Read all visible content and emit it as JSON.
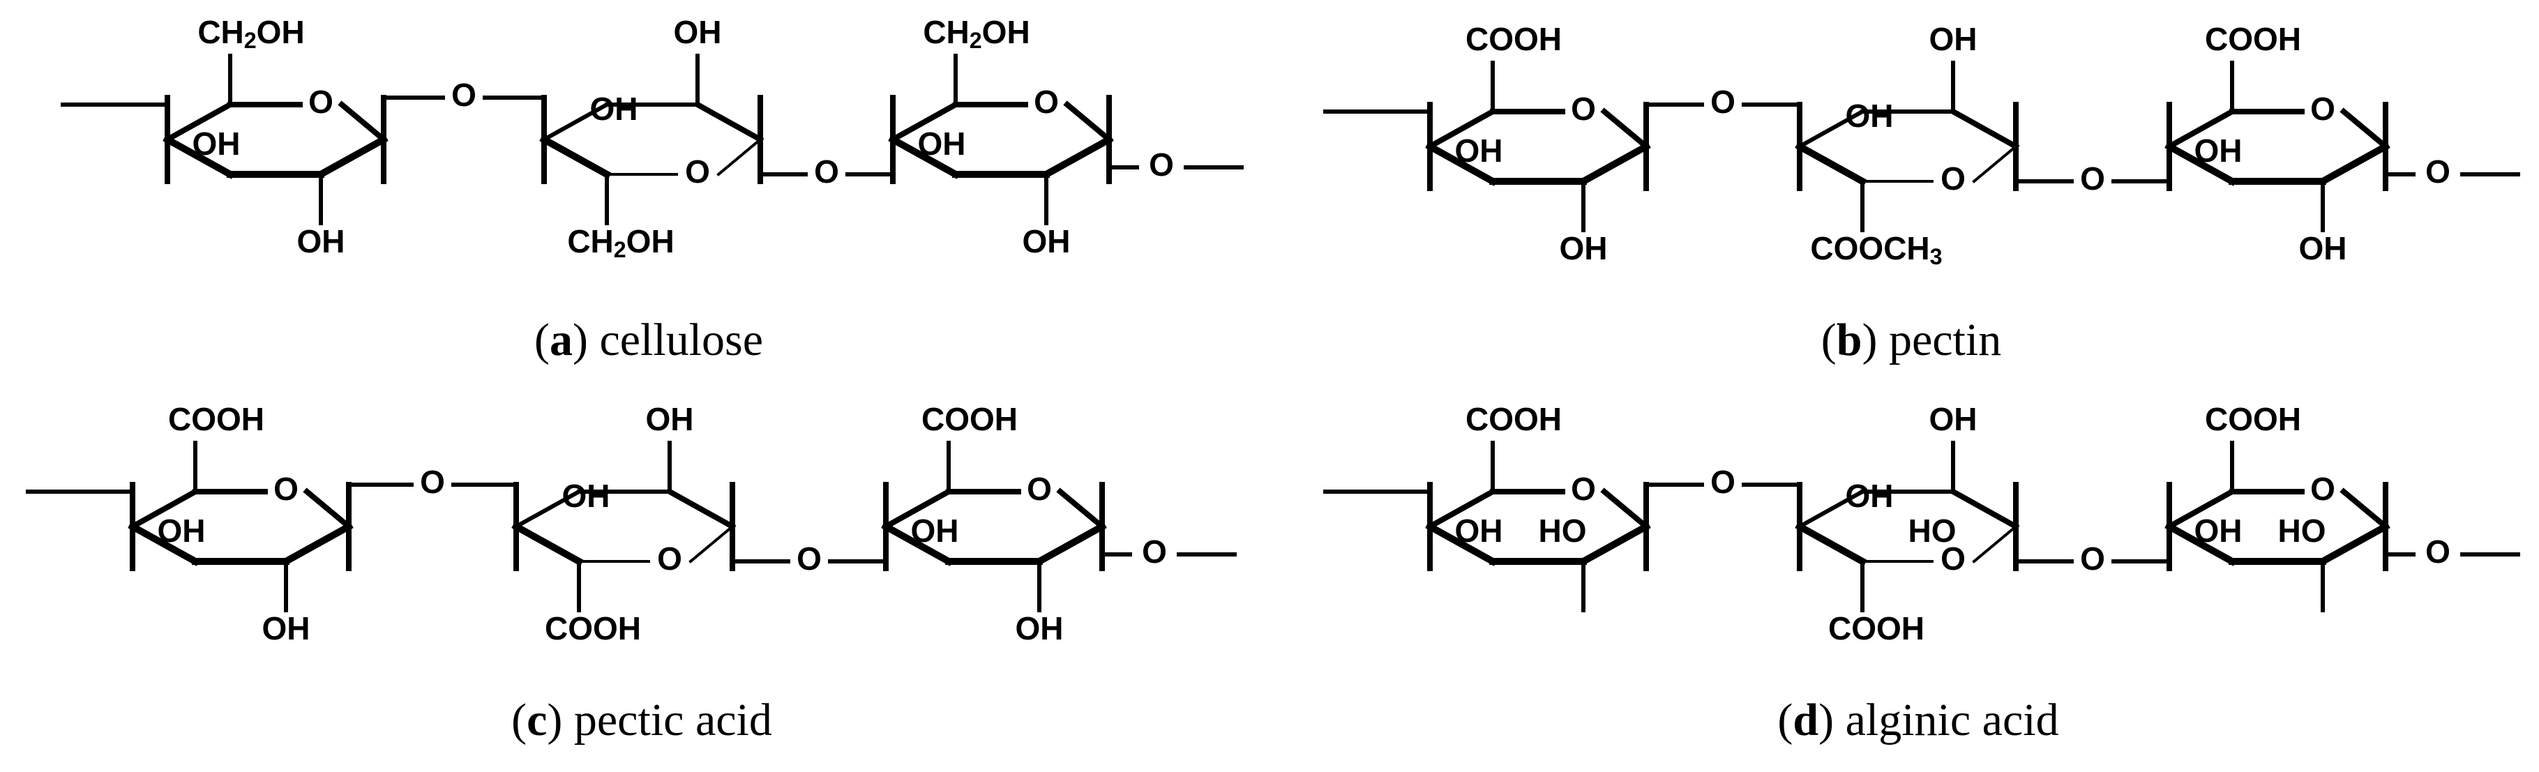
{
  "panels": [
    {
      "id": "a",
      "letter": "a",
      "name": "cellulose",
      "residues": [
        {
          "top": "CH2OH",
          "left": "OH",
          "bottom": "OH"
        },
        {
          "top": "OH",
          "left": "OH",
          "bottom": "CH2OH",
          "flipped": true
        },
        {
          "top": "CH2OH",
          "left": "OH",
          "bottom": "OH"
        }
      ]
    },
    {
      "id": "b",
      "letter": "b",
      "name": "pectin",
      "residues": [
        {
          "top": "COOH",
          "left": "OH",
          "bottom": "OH"
        },
        {
          "top": "OH",
          "left": "OH",
          "bottom": "COOCH3",
          "flipped": true
        },
        {
          "top": "COOH",
          "left": "OH",
          "bottom": "OH"
        }
      ]
    },
    {
      "id": "c",
      "letter": "c",
      "name": "pectic acid",
      "residues": [
        {
          "top": "COOH",
          "left": "OH",
          "bottom": "OH"
        },
        {
          "top": "OH",
          "left": "OH",
          "bottom": "COOH",
          "flipped": true
        },
        {
          "top": "COOH",
          "left": "OH",
          "bottom": "OH"
        }
      ]
    },
    {
      "id": "d",
      "letter": "d",
      "name": "alginic acid",
      "residues": [
        {
          "top": "COOH",
          "left": "OH",
          "right": "HO"
        },
        {
          "top": "OH",
          "left": "OH",
          "right": "HO",
          "bottom": "COOH",
          "flipped": true
        },
        {
          "top": "COOH",
          "left": "OH",
          "right": "HO"
        }
      ]
    }
  ],
  "ring_oxygen": "O",
  "bridge_oxygen": "O"
}
